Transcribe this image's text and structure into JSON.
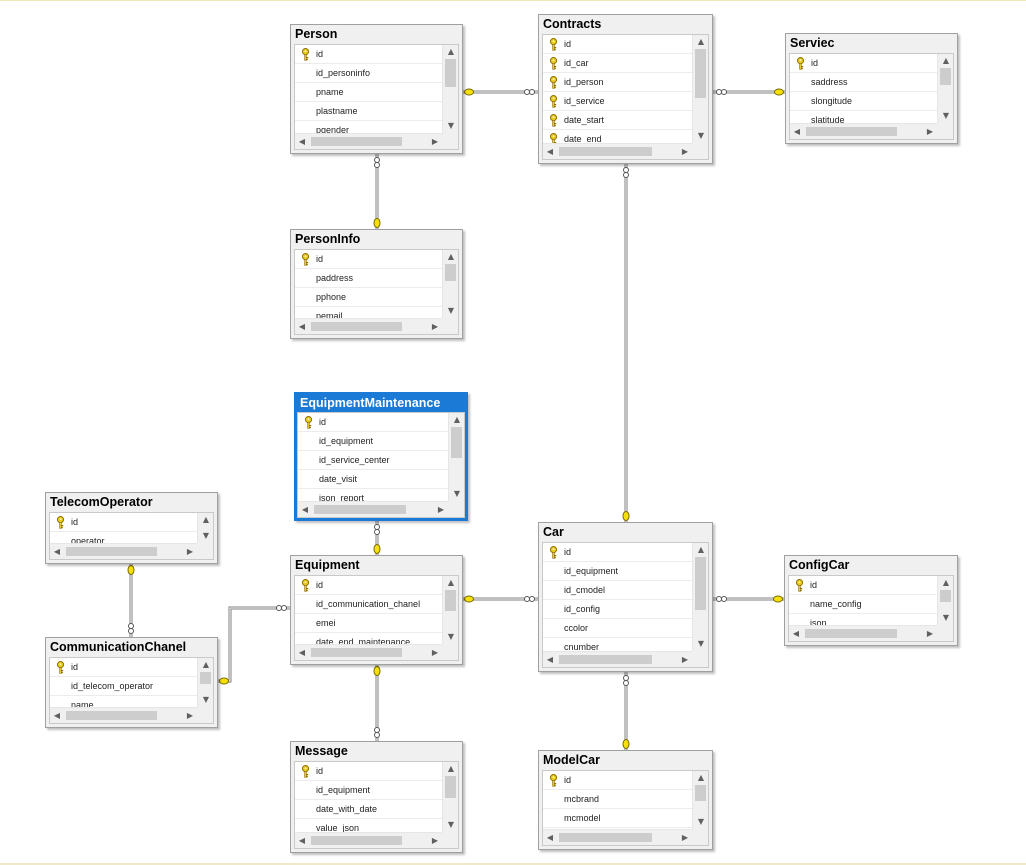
{
  "tables": [
    {
      "key": "person",
      "title": "Person",
      "thumb_frac": 0.45,
      "hthumb_frac": 0.78,
      "columns": [
        {
          "name": "id",
          "pk": true
        },
        {
          "name": "id_personinfo",
          "pk": false
        },
        {
          "name": "pname",
          "pk": false
        },
        {
          "name": "plastname",
          "pk": false
        },
        {
          "name": "pgender",
          "pk": false
        }
      ]
    },
    {
      "key": "contracts",
      "title": "Contracts",
      "thumb_frac": 0.6,
      "hthumb_frac": 0.78,
      "columns": [
        {
          "name": "id",
          "pk": true
        },
        {
          "name": "id_car",
          "pk": true
        },
        {
          "name": "id_person",
          "pk": true
        },
        {
          "name": "id_service",
          "pk": true
        },
        {
          "name": "date_start",
          "pk": true
        },
        {
          "name": "date_end",
          "pk": true
        }
      ]
    },
    {
      "key": "serviec",
      "title": "Serviec",
      "thumb_frac": 0.4,
      "hthumb_frac": 0.78,
      "columns": [
        {
          "name": "id",
          "pk": true
        },
        {
          "name": "saddress",
          "pk": false
        },
        {
          "name": "slongitude",
          "pk": false
        },
        {
          "name": "slatitude",
          "pk": false
        }
      ]
    },
    {
      "key": "personinfo",
      "title": "PersonInfo",
      "thumb_frac": 0.4,
      "hthumb_frac": 0.78,
      "columns": [
        {
          "name": "id",
          "pk": true
        },
        {
          "name": "paddress",
          "pk": false
        },
        {
          "name": "pphone",
          "pk": false
        },
        {
          "name": "pemail",
          "pk": false
        }
      ]
    },
    {
      "key": "equipmentmaintenance",
      "title": "EquipmentMaintenance",
      "selected": true,
      "thumb_frac": 0.5,
      "hthumb_frac": 0.78,
      "columns": [
        {
          "name": "id",
          "pk": true
        },
        {
          "name": "id_equipment",
          "pk": false
        },
        {
          "name": "id_service_center",
          "pk": false
        },
        {
          "name": "date_visit",
          "pk": false
        },
        {
          "name": "json_report",
          "pk": false
        }
      ]
    },
    {
      "key": "telecomoperator",
      "title": "TelecomOperator",
      "thumb_frac": 0,
      "hthumb_frac": 0.78,
      "columns": [
        {
          "name": "id",
          "pk": true
        },
        {
          "name": "operator",
          "pk": false
        }
      ]
    },
    {
      "key": "equipment",
      "title": "Equipment",
      "thumb_frac": 0.5,
      "hthumb_frac": 0.78,
      "columns": [
        {
          "name": "id",
          "pk": true
        },
        {
          "name": "id_communication_chanel",
          "pk": false
        },
        {
          "name": "emei",
          "pk": false
        },
        {
          "name": "date_end_maintenance",
          "pk": false
        }
      ]
    },
    {
      "key": "car",
      "title": "Car",
      "thumb_frac": 0.65,
      "hthumb_frac": 0.78,
      "columns": [
        {
          "name": "id",
          "pk": true
        },
        {
          "name": "id_equipment",
          "pk": false
        },
        {
          "name": "id_cmodel",
          "pk": false
        },
        {
          "name": "id_config",
          "pk": false
        },
        {
          "name": "ccolor",
          "pk": false
        },
        {
          "name": "cnumber",
          "pk": false
        }
      ]
    },
    {
      "key": "configcar",
      "title": "ConfigCar",
      "thumb_frac": 0.5,
      "hthumb_frac": 0.78,
      "columns": [
        {
          "name": "id",
          "pk": true
        },
        {
          "name": "name_config",
          "pk": false
        },
        {
          "name": "json",
          "pk": false
        }
      ]
    },
    {
      "key": "communicationchanel",
      "title": "CommunicationChanel",
      "thumb_frac": 0.5,
      "hthumb_frac": 0.78,
      "columns": [
        {
          "name": "id",
          "pk": true
        },
        {
          "name": "id_telecom_operator",
          "pk": false
        },
        {
          "name": "name",
          "pk": false
        }
      ]
    },
    {
      "key": "message",
      "title": "Message",
      "thumb_frac": 0.5,
      "hthumb_frac": 0.78,
      "columns": [
        {
          "name": "id",
          "pk": true
        },
        {
          "name": "id_equipment",
          "pk": false
        },
        {
          "name": "date_with_date",
          "pk": false
        },
        {
          "name": "value_json",
          "pk": false
        }
      ]
    },
    {
      "key": "modelcar",
      "title": "ModelCar",
      "thumb_frac": 0.5,
      "hthumb_frac": 0.78,
      "columns": [
        {
          "name": "id",
          "pk": true
        },
        {
          "name": "mcbrand",
          "pk": false
        },
        {
          "name": "mcmodel",
          "pk": false
        }
      ]
    }
  ],
  "relationships": [
    {
      "key": "person-contracts",
      "one": "Person",
      "many": "Contracts"
    },
    {
      "key": "serviec-contracts",
      "one": "Serviec",
      "many": "Contracts"
    },
    {
      "key": "personinfo-person",
      "one": "PersonInfo",
      "many": "Person"
    },
    {
      "key": "car-contracts",
      "one": "Car",
      "many": "Contracts"
    },
    {
      "key": "equipment-equipmentmaintenance",
      "one": "Equipment",
      "many": "EquipmentMaintenance"
    },
    {
      "key": "equipment-car",
      "one": "Equipment",
      "many": "Car"
    },
    {
      "key": "configcar-car",
      "one": "ConfigCar",
      "many": "Car"
    },
    {
      "key": "modelcar-car",
      "one": "ModelCar",
      "many": "Car"
    },
    {
      "key": "equipment-message",
      "one": "Equipment",
      "many": "Message"
    },
    {
      "key": "communicationchanel-equipment",
      "one": "CommunicationChanel",
      "many": "Equipment"
    },
    {
      "key": "telecomoperator-communicationchanel",
      "one": "TelecomOperator",
      "many": "CommunicationChanel"
    }
  ],
  "colors": {
    "key_icon": "#e8c818",
    "selected_header": "#1a7ad6",
    "connector": "#808080",
    "connector_key_end": "#f5e00a"
  }
}
